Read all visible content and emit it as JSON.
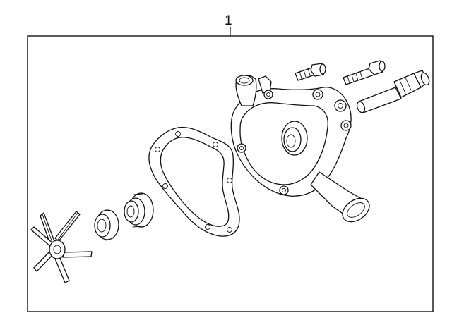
{
  "diagram": {
    "callouts": [
      {
        "number": "1",
        "refers_to": "water-pump-assembly"
      }
    ],
    "parts": [
      "fan-blade",
      "small-seal",
      "bearing-seal",
      "pump-gasket",
      "water-pump-housing",
      "short-bolt",
      "long-bolt",
      "dowel-pin"
    ]
  }
}
